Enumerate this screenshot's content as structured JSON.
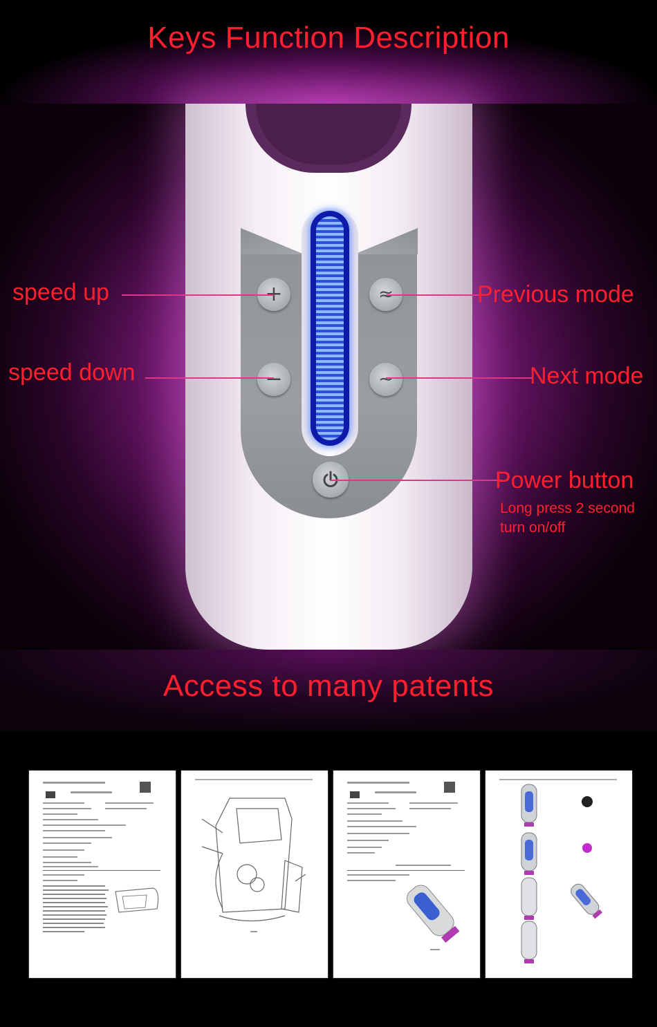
{
  "header": {
    "title": "Keys Function Description"
  },
  "callouts": {
    "speed_up": "speed up",
    "speed_down": "speed down",
    "previous_mode": "Previous mode",
    "next_mode": "Next mode",
    "power_button": "Power button",
    "power_note_line1": "Long press 2 second",
    "power_note_line2": "turn on/off"
  },
  "buttons": {
    "plus_icon": "plus-icon",
    "minus_icon": "minus-icon",
    "previous_icon": "double-wave-icon",
    "next_icon": "wave-icon",
    "power_icon": "power-icon"
  },
  "patents": {
    "title": "Access to many patents"
  },
  "colors": {
    "label_red": "#ff1f2e",
    "leader_pink": "#e0368a",
    "indicator_blue": "#2a4fe0",
    "glow_purple": "#c63ec0"
  }
}
